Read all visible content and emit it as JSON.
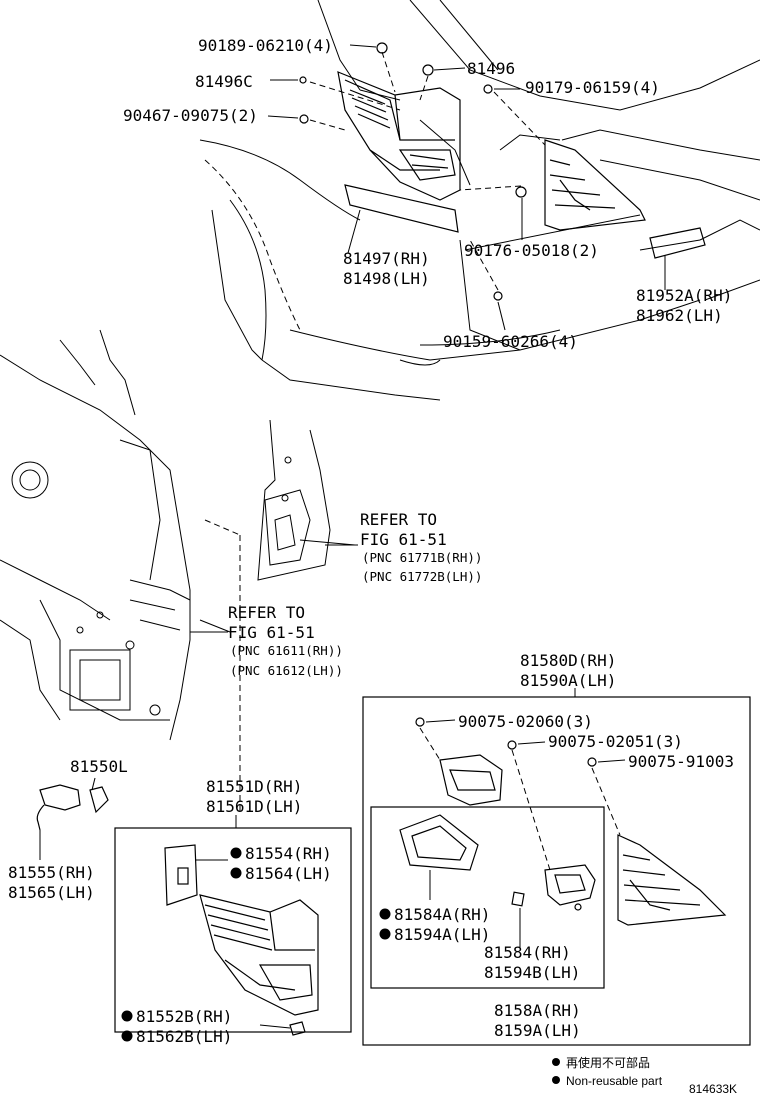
{
  "labels": {
    "l_90189": "90189-06210(4)",
    "l_81496c": "81496C",
    "l_81496": "81496",
    "l_90179": "90179-06159(4)",
    "l_90467": "90467-09075(2)",
    "l_81497": "81497(RH)",
    "l_81498": "81498(LH)",
    "l_90176": "90176-05018(2)",
    "l_81952a": "81952A(RH)",
    "l_81962": "81962(LH)",
    "l_90159": "90159-60266(4)",
    "l_refer1": "REFER TO",
    "l_fig1": "FIG 61-51",
    "l_pnc61771": "(PNC 61771B(RH))",
    "l_pnc61772": "(PNC 61772B(LH))",
    "l_refer2": "REFER TO",
    "l_fig2": "FIG 61-51",
    "l_pnc61611": "(PNC 61611(RH))",
    "l_pnc61612": "(PNC 61612(LH))",
    "l_81580d": "81580D(RH)",
    "l_81590a": "81590A(LH)",
    "l_90075_02060": "90075-02060(3)",
    "l_90075_02051": "90075-02051(3)",
    "l_90075_91003": "90075-91003",
    "l_81550l": "81550L",
    "l_81551d": "81551D(RH)",
    "l_81561d": "81561D(LH)",
    "l_81554": "81554(RH)",
    "l_81564": "81564(LH)",
    "l_81555": "81555(RH)",
    "l_81565": "81565(LH)",
    "l_81584a": "81584A(RH)",
    "l_81594a": "81594A(LH)",
    "l_81584": "81584(RH)",
    "l_81594b": "81594B(LH)",
    "l_81552b": "81552B(RH)",
    "l_81562b": "81562B(LH)",
    "l_8158a": "8158A(RH)",
    "l_8159a": "8159A(LH)"
  },
  "legend": {
    "zh": "再使用不可部品",
    "en": "Non-reusable part"
  },
  "figure_id": "814633K"
}
